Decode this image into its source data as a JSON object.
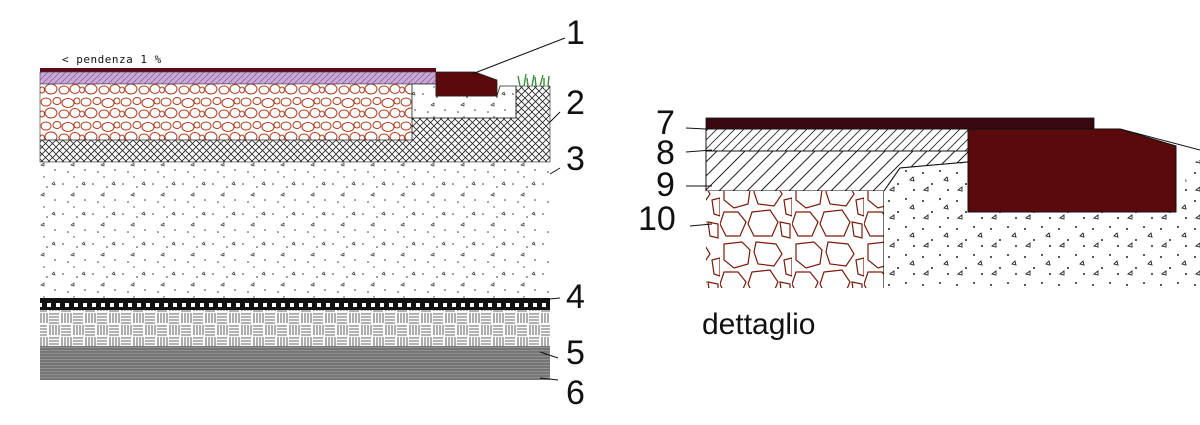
{
  "diagram": {
    "slope_label": "< pendenza 1 %",
    "detail_caption": "dettaglio",
    "section_labels": [
      "1",
      "2",
      "3",
      "4",
      "5",
      "6"
    ],
    "detail_labels": [
      "7",
      "8",
      "9",
      "10"
    ],
    "colors": {
      "curb": "#5a0a0a",
      "pebble_stroke": "#b03a1a",
      "membrane": "#6a0f1a",
      "purple_layer": "#c9a8d8",
      "grass": "#3c8c3c",
      "ink": "#111111"
    }
  }
}
